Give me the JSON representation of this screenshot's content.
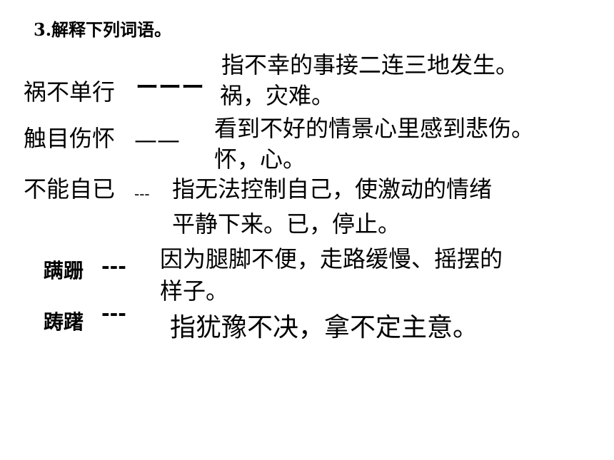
{
  "title": "3.解释下列词语。",
  "entries": [
    {
      "term": "祸不单行",
      "dashes": "ーーー",
      "def_line1": "指不幸的事接二连三地发生。",
      "def_line2": "祸，灾难。"
    },
    {
      "term": "触目伤怀",
      "dashes": "——",
      "def_line1": "看到不好的情景心里感到悲伤。",
      "def_line2": "怀，心。"
    },
    {
      "term": "不能自已",
      "dashes": "---",
      "def_line1": "指无法控制自己，使激动的情绪",
      "def_line2": "平静下来。已，停止。"
    },
    {
      "term": "蹒跚",
      "dashes": "---",
      "def_line1": "因为腿脚不便，走路缓慢、摇摆的",
      "def_line2": "样子。"
    },
    {
      "term": "踌躇",
      "dashes": "---",
      "def_line1": "指犹豫不决，拿不定主意。"
    }
  ]
}
